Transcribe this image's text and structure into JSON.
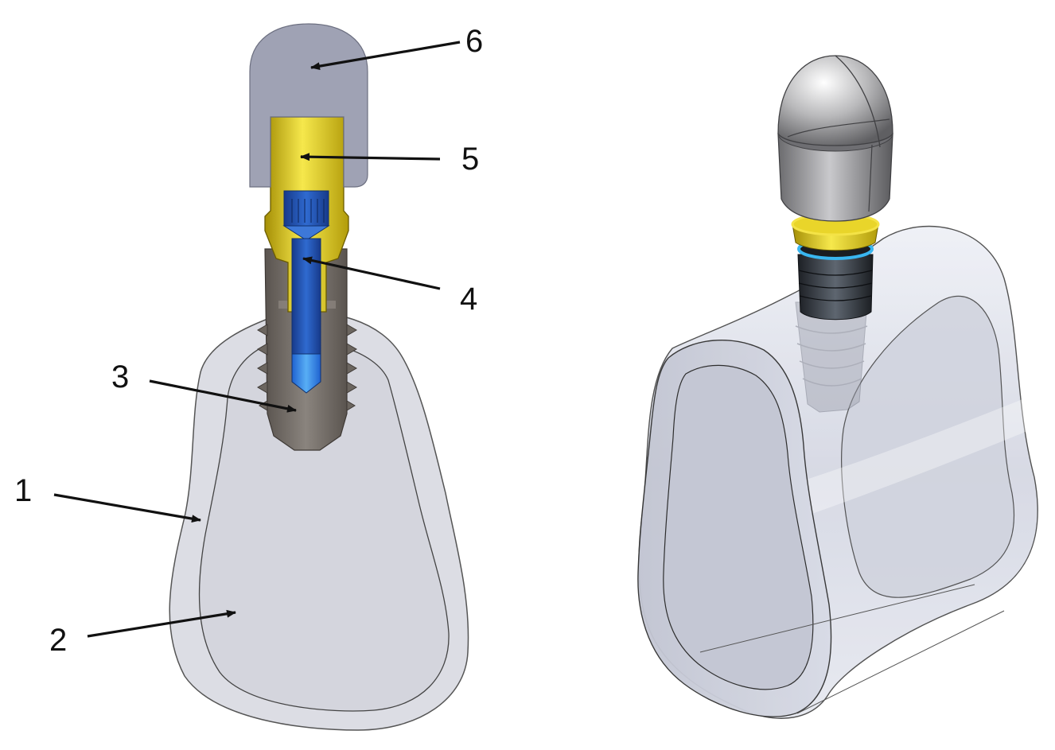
{
  "figure": {
    "callouts": [
      {
        "id": "1",
        "label": "1",
        "target": "cortical-bone-layer"
      },
      {
        "id": "2",
        "label": "2",
        "target": "cancellous-bone"
      },
      {
        "id": "3",
        "label": "3",
        "target": "implant"
      },
      {
        "id": "4",
        "label": "4",
        "target": "abutment-screw"
      },
      {
        "id": "5",
        "label": "5",
        "target": "abutment"
      },
      {
        "id": "6",
        "label": "6",
        "target": "crown"
      }
    ],
    "colors": {
      "cortical_bone": "#dcdde4",
      "cancellous_bone": "#d4d5dd",
      "outline": "#555555",
      "crown": "#9fa2b4",
      "abutment": "#e7d21a",
      "screw": "#2a5fc0",
      "implant": "#7b7570",
      "arrow": "#111111"
    }
  }
}
